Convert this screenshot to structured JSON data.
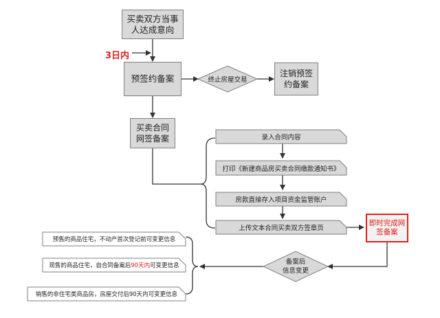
{
  "nodes": {
    "agreement": [
      "买卖双方当事",
      "人达成意向"
    ],
    "pre_sign": "预签约备案",
    "terminate": "终止房屋交易",
    "cancel": [
      "注销预签",
      "约备案"
    ],
    "online_sign": [
      "买卖合同",
      "网签备案"
    ],
    "instant": [
      "即时完成网",
      "签备案"
    ],
    "after_change": [
      "备案后",
      "信息变更"
    ]
  },
  "days_label": "3日内",
  "steps": [
    "录入合同内容",
    "打印《新建商品房买卖合同缴款通知书》",
    "房款直接存入项目资金监管账户",
    "上传文本合同买卖双方签章页"
  ],
  "info": [
    {
      "before": "预售的商品住宅，不动产首次登记前可变更信息",
      "highlight": "",
      "after": ""
    },
    {
      "before": "现售的商品住宅，自合同备案后",
      "highlight": "90天内",
      "after": "可变更信息"
    },
    {
      "before": "销售的非住宅类商品房，房屋交付后90天内可变更信息",
      "highlight": "",
      "after": ""
    }
  ],
  "colors": {
    "box_fill": "#d9d9d9",
    "border": "#7f7f7f",
    "highlight": "#e0201b"
  }
}
